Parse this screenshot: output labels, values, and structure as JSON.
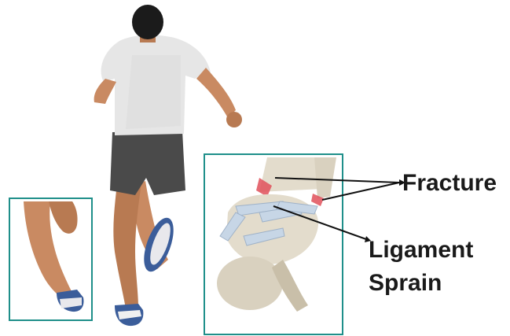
{
  "labels": {
    "fracture": "Fracture",
    "ligament_line1": "Ligament",
    "ligament_line2": "Sprain"
  },
  "colors": {
    "frame": "#1f8f8a",
    "skin": "#c98a62",
    "skin_shadow": "#9a5e3c",
    "shirt": "#e6e6e6",
    "shorts": "#4a4a4a",
    "hair": "#1b1b1b",
    "shoe": "#3b5d9a",
    "bone": "#e3dccc",
    "bone_shadow": "#b9ae98",
    "ligament": "#c7d6e6",
    "injury": "#e0505a",
    "pointer": "#111111"
  },
  "icons": [
    "runner-figure",
    "ankle-inset",
    "foot-inset"
  ]
}
